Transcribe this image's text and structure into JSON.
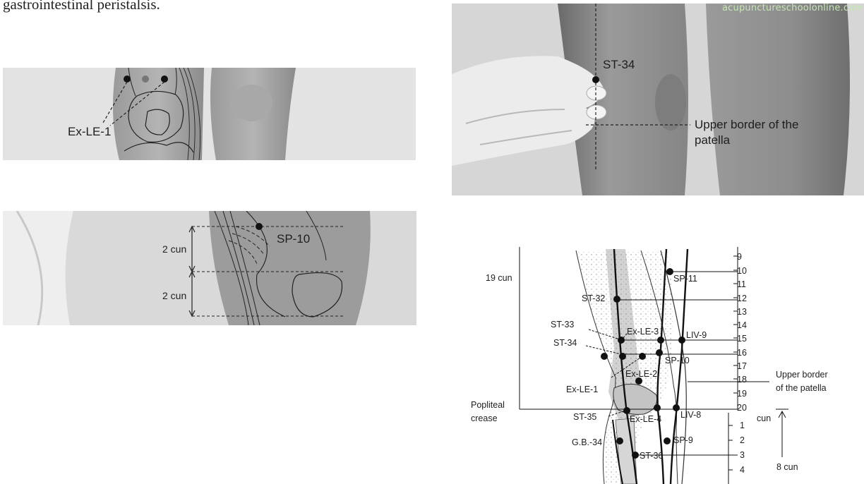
{
  "intro_text": "gastrointestinal peristalsis.",
  "watermark": "acupunctureschoolonline.com",
  "fig1": {
    "point_label": "Ex-LE-1"
  },
  "fig2": {
    "point_label": "SP-10",
    "upper_measure": "2 cun",
    "lower_measure": "2 cun"
  },
  "fig3": {
    "point_label": "ST-34",
    "landmark_line1": "Upper border of the",
    "landmark_line2": "patella"
  },
  "diagram": {
    "left_measure": "19 cun",
    "popliteal_line1": "Popliteal",
    "popliteal_line2": "crease",
    "upper_border_line1": "Upper border",
    "upper_border_line2": "of the patella",
    "cun_unit": "cun",
    "below_measure": "8 cun",
    "scale_upper": [
      "9",
      "10",
      "11",
      "12",
      "13",
      "14",
      "15",
      "16",
      "17",
      "18",
      "19",
      "20"
    ],
    "scale_lower": [
      "1",
      "2",
      "3",
      "4"
    ],
    "points": {
      "sp11": "SP-11",
      "st32": "ST-32",
      "st33": "ST-33",
      "ex_le3": "Ex-LE-3",
      "liv9": "LIV-9",
      "st34": "ST-34",
      "sp10": "SP-10",
      "ex_le2": "Ex-LE-2",
      "ex_le1": "Ex-LE-1",
      "st35": "ST-35",
      "ex_le4": "Ex-LE-4",
      "liv8": "LIV-8",
      "gb34": "G.B.-34",
      "sp9": "SP-9",
      "st36": "ST-36"
    }
  }
}
